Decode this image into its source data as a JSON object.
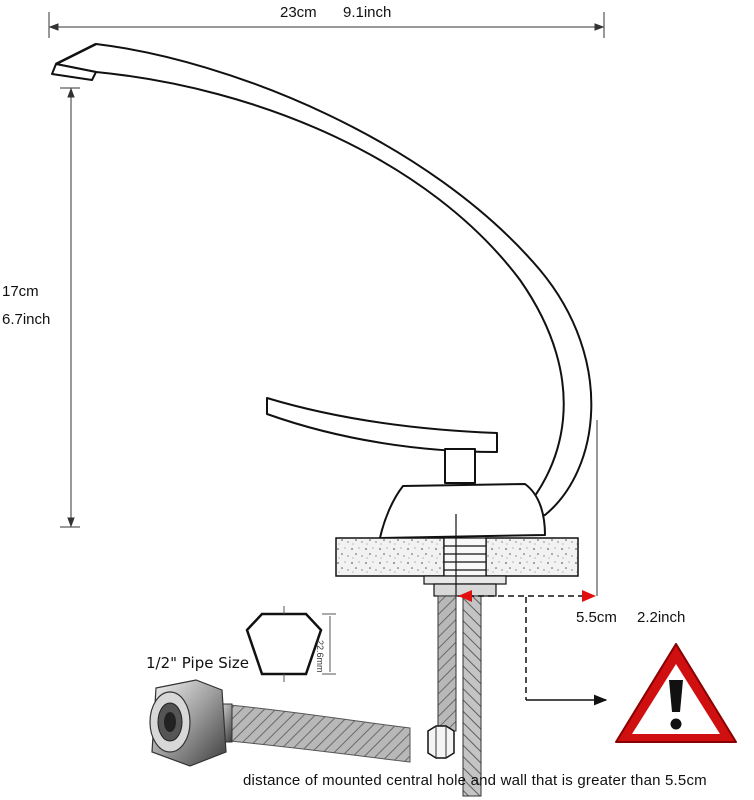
{
  "width_dimension": {
    "cm": "23cm",
    "inch": "9.1inch"
  },
  "height_dimension": {
    "cm": "17cm",
    "inch": "6.7inch"
  },
  "wall_distance": {
    "cm": "5.5cm",
    "inch": "2.2inch"
  },
  "pipe_size_label": "1/2\" Pipe Size",
  "hex_nut_size": "22.6mm",
  "warning_note": "distance of mounted central hole and wall that is greater than 5.5cm",
  "warning_icon": "exclamation-triangle-icon",
  "colors": {
    "warning_red": "#d01010",
    "marker_red": "#e01010",
    "line": "#111111",
    "hose_steel": "#9a9a9a"
  }
}
